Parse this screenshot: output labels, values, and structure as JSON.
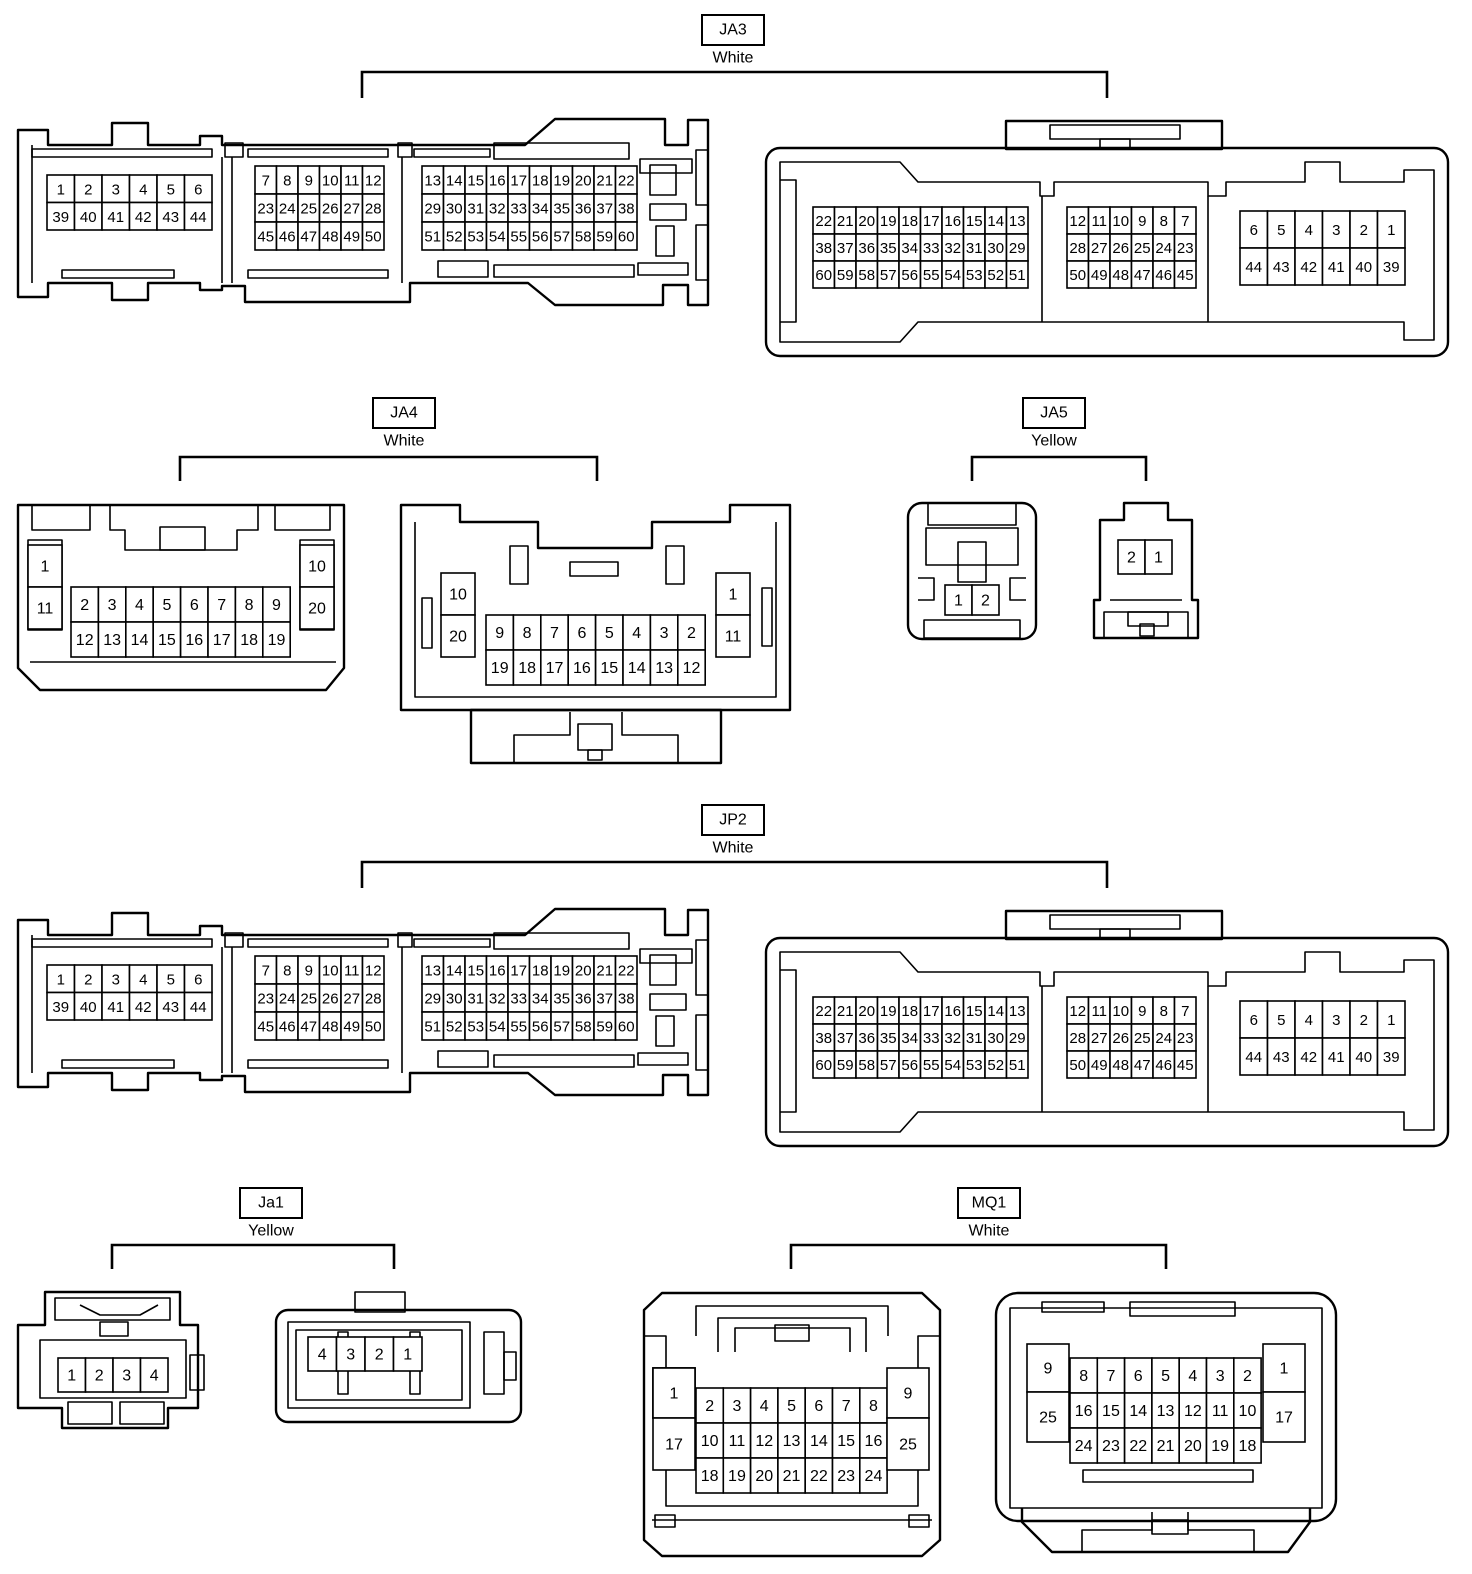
{
  "groups": [
    {
      "name": "JA3",
      "color": "White"
    },
    {
      "name": "JA4",
      "color": "White"
    },
    {
      "name": "JA5",
      "color": "Yellow"
    },
    {
      "name": "JP2",
      "color": "White"
    },
    {
      "name": "Ja1",
      "color": "Yellow"
    },
    {
      "name": "MQ1",
      "color": "White"
    }
  ],
  "large_connector": {
    "female": [
      [
        [
          "1",
          "2",
          "3",
          "4",
          "5",
          "6"
        ],
        [
          "39",
          "40",
          "41",
          "42",
          "43",
          "44"
        ]
      ],
      [
        [
          "7",
          "8",
          "9",
          "10",
          "11",
          "12"
        ],
        [
          "23",
          "24",
          "25",
          "26",
          "27",
          "28"
        ],
        [
          "45",
          "46",
          "47",
          "48",
          "49",
          "50"
        ]
      ],
      [
        [
          "13",
          "14",
          "15",
          "16",
          "17",
          "18",
          "19",
          "20",
          "21",
          "22"
        ],
        [
          "29",
          "30",
          "31",
          "32",
          "33",
          "34",
          "35",
          "36",
          "37",
          "38"
        ],
        [
          "51",
          "52",
          "53",
          "54",
          "55",
          "56",
          "57",
          "58",
          "59",
          "60"
        ]
      ]
    ],
    "male": [
      [
        [
          "22",
          "21",
          "20",
          "19",
          "18",
          "17",
          "16",
          "15",
          "14",
          "13"
        ],
        [
          "38",
          "37",
          "36",
          "35",
          "34",
          "33",
          "32",
          "31",
          "30",
          "29"
        ],
        [
          "60",
          "59",
          "58",
          "57",
          "56",
          "55",
          "54",
          "53",
          "52",
          "51"
        ]
      ],
      [
        [
          "12",
          "11",
          "10",
          "9",
          "8",
          "7"
        ],
        [
          "28",
          "27",
          "26",
          "25",
          "24",
          "23"
        ],
        [
          "50",
          "49",
          "48",
          "47",
          "46",
          "45"
        ]
      ],
      [
        [
          "6",
          "5",
          "4",
          "3",
          "2",
          "1"
        ],
        [
          "44",
          "43",
          "42",
          "41",
          "40",
          "39"
        ]
      ]
    ]
  },
  "ja4": {
    "female": {
      "left": [
        "1",
        "11"
      ],
      "top": [
        "2",
        "3",
        "4",
        "5",
        "6",
        "7",
        "8",
        "9"
      ],
      "bottom": [
        "12",
        "13",
        "14",
        "15",
        "16",
        "17",
        "18",
        "19"
      ],
      "right": [
        "10",
        "20"
      ]
    },
    "male": {
      "left": [
        "10",
        "20"
      ],
      "top": [
        "9",
        "8",
        "7",
        "6",
        "5",
        "4",
        "3",
        "2"
      ],
      "bottom": [
        "19",
        "18",
        "17",
        "16",
        "15",
        "14",
        "13",
        "12"
      ],
      "right": [
        "1",
        "11"
      ]
    }
  },
  "ja5": {
    "female": [
      "1",
      "2"
    ],
    "male": [
      "2",
      "1"
    ]
  },
  "ja1": {
    "female": [
      "1",
      "2",
      "3",
      "4"
    ],
    "male": [
      "4",
      "3",
      "2",
      "1"
    ]
  },
  "mq1": {
    "female": {
      "left": [
        "1",
        "17"
      ],
      "rows": [
        [
          "2",
          "3",
          "4",
          "5",
          "6",
          "7",
          "8"
        ],
        [
          "10",
          "11",
          "12",
          "13",
          "14",
          "15",
          "16"
        ],
        [
          "18",
          "19",
          "20",
          "21",
          "22",
          "23",
          "24"
        ]
      ],
      "right": [
        "9",
        "25"
      ]
    },
    "male": {
      "left": [
        "9",
        "25"
      ],
      "rows": [
        [
          "8",
          "7",
          "6",
          "5",
          "4",
          "3",
          "2"
        ],
        [
          "16",
          "15",
          "14",
          "13",
          "12",
          "11",
          "10"
        ],
        [
          "24",
          "23",
          "22",
          "21",
          "20",
          "19",
          "18"
        ]
      ],
      "right": [
        "1",
        "17"
      ]
    }
  }
}
